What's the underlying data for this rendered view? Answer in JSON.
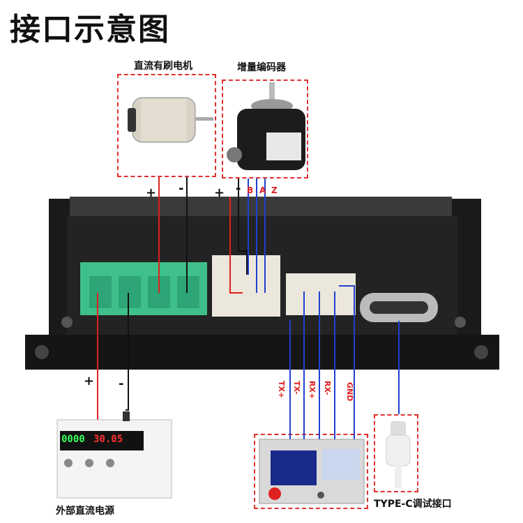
{
  "title": "接口示意图",
  "labels": {
    "motor": "直流有刷电机",
    "encoder": "增量编码器",
    "power": "外部直流电源",
    "typec": "TYPE-C调试接口"
  },
  "motor_wires": {
    "plus": "+",
    "minus": "-"
  },
  "encoder_wires": {
    "plus": "+",
    "minus": "-",
    "b": "B",
    "a": "A",
    "z": "Z"
  },
  "power_wires": {
    "plus": "+",
    "minus": "-"
  },
  "serial_signals": [
    "TX+",
    "TX-",
    "RX+",
    "RX-",
    "GND"
  ],
  "psu_display": {
    "voltage": "0000",
    "current": "30.05"
  },
  "colors": {
    "red_wire": "#e02020",
    "blue_wire": "#2040d0",
    "black_wire": "#111111",
    "green_terminal": "#3fbf8a"
  }
}
